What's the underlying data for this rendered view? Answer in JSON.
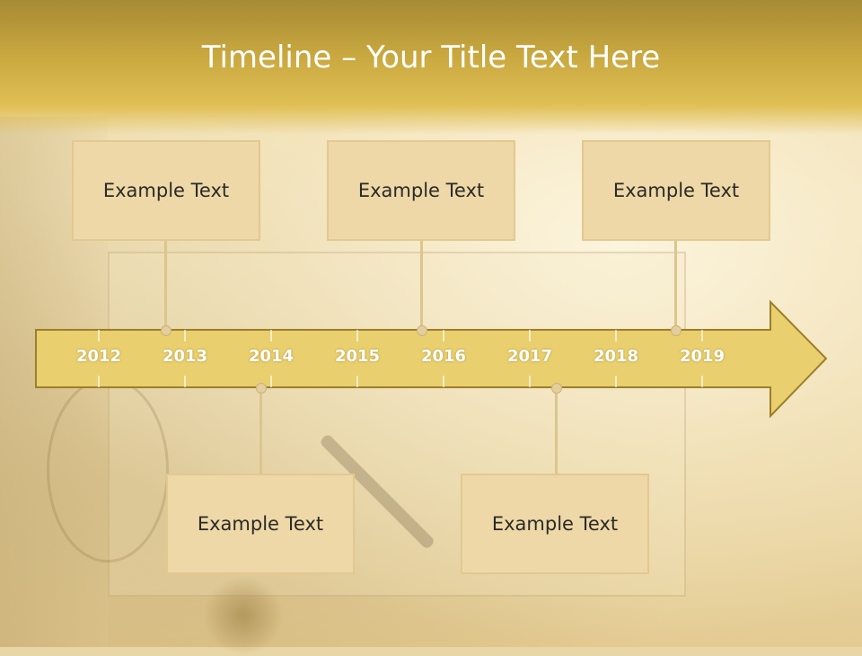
{
  "title": "Timeline – Your Title Text Here",
  "timeline": {
    "years": [
      "2012",
      "2013",
      "2014",
      "2015",
      "2016",
      "2017",
      "2018",
      "2019"
    ]
  },
  "events_top": [
    {
      "text": "Example Text"
    },
    {
      "text": "Example Text"
    },
    {
      "text": "Example Text"
    }
  ],
  "events_bottom": [
    {
      "text": "Example Text"
    },
    {
      "text": "Example Text"
    }
  ],
  "colors": {
    "title_bar": "#c8a73f",
    "arrow_fill": "#e9cf6d",
    "arrow_stroke": "#9c7e2c",
    "box_fill": "#eed8a8",
    "connector": "#dcc58e"
  }
}
